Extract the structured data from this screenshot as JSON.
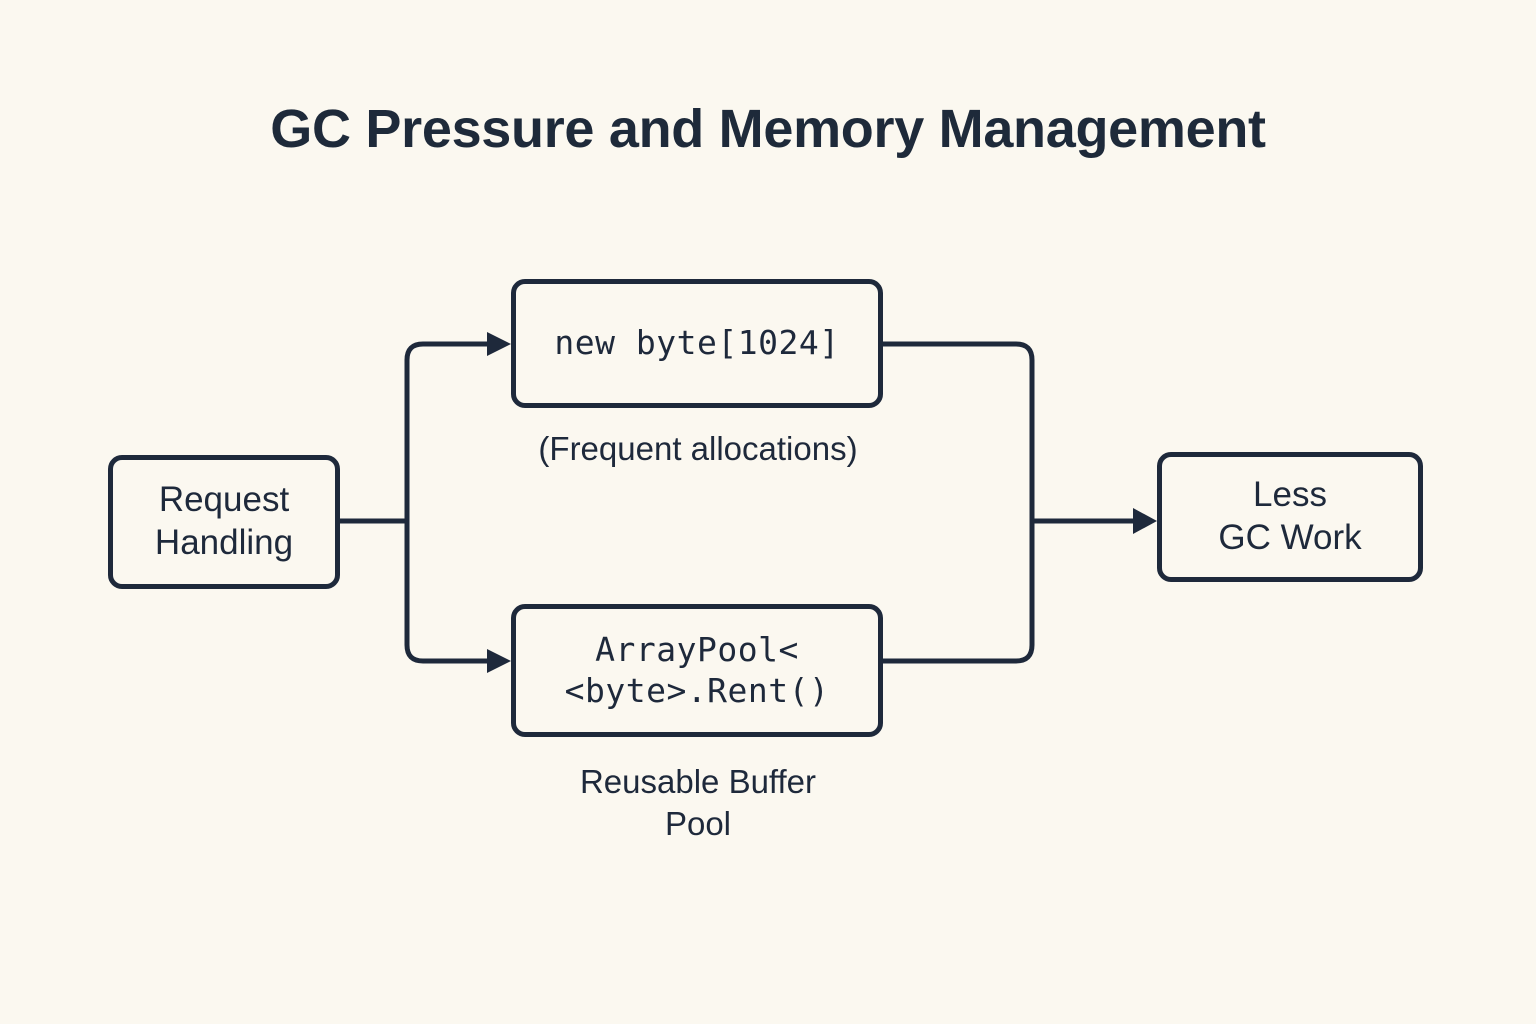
{
  "page": {
    "background_color": "#FBF8F0",
    "ink_color": "#1E293B",
    "title": "GC Pressure and Memory Management"
  },
  "diagram": {
    "type": "flowchart",
    "direction": "left-to-right",
    "nodes": {
      "request": {
        "label": "Request\nHandling",
        "style": "sans"
      },
      "allocation": {
        "label": "new byte[1024]",
        "style": "mono"
      },
      "pool": {
        "label": "ArrayPool<\n<byte>.Rent()",
        "style": "mono"
      },
      "result": {
        "label": "Less\nGC Work",
        "style": "sans"
      }
    },
    "captions": {
      "allocation": "(Frequent allocations)",
      "pool": "Reusable Buffer\nPool"
    },
    "edges": [
      {
        "from": "request",
        "to": "allocation",
        "arrow": true
      },
      {
        "from": "request",
        "to": "pool",
        "arrow": true
      },
      {
        "from": "allocation",
        "to": "result",
        "arrow": true
      },
      {
        "from": "pool",
        "to": "result",
        "arrow": true
      }
    ]
  }
}
